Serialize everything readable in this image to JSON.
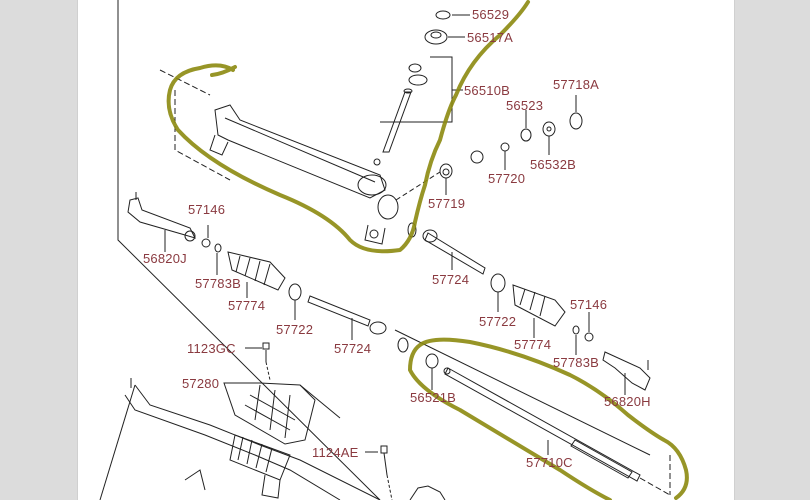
{
  "viewer": {
    "background_color": "#dcdcdc",
    "page_color": "#ffffff",
    "label_color": "#8a3a40",
    "highlight_color": "#8c8a10"
  },
  "diagram": {
    "title": "Steering gear box exploded view",
    "parts": {
      "p56529": "56529",
      "p56517A": "56517A",
      "p56510B": "56510B",
      "p57718A": "57718A",
      "p56523": "56523",
      "p56532B": "56532B",
      "p57720": "57720",
      "p57719": "57719",
      "p57146_left": "57146",
      "p56820J": "56820J",
      "p57783B_left": "57783B",
      "p57774_left": "57774",
      "p57724_upper": "57724",
      "p57722_left": "57722",
      "p57724_lower": "57724",
      "p57722_right": "57722",
      "p57774_right": "57774",
      "p57146_right": "57146",
      "p57783B_right": "57783B",
      "p56820H": "56820H",
      "p56521B": "56521B",
      "p57710C": "57710C",
      "p1123GC": "1123GC",
      "p57280": "57280",
      "p1124AE": "1124AE"
    },
    "highlights": [
      "gear-box-housing",
      "rack-bar-assembly"
    ]
  }
}
